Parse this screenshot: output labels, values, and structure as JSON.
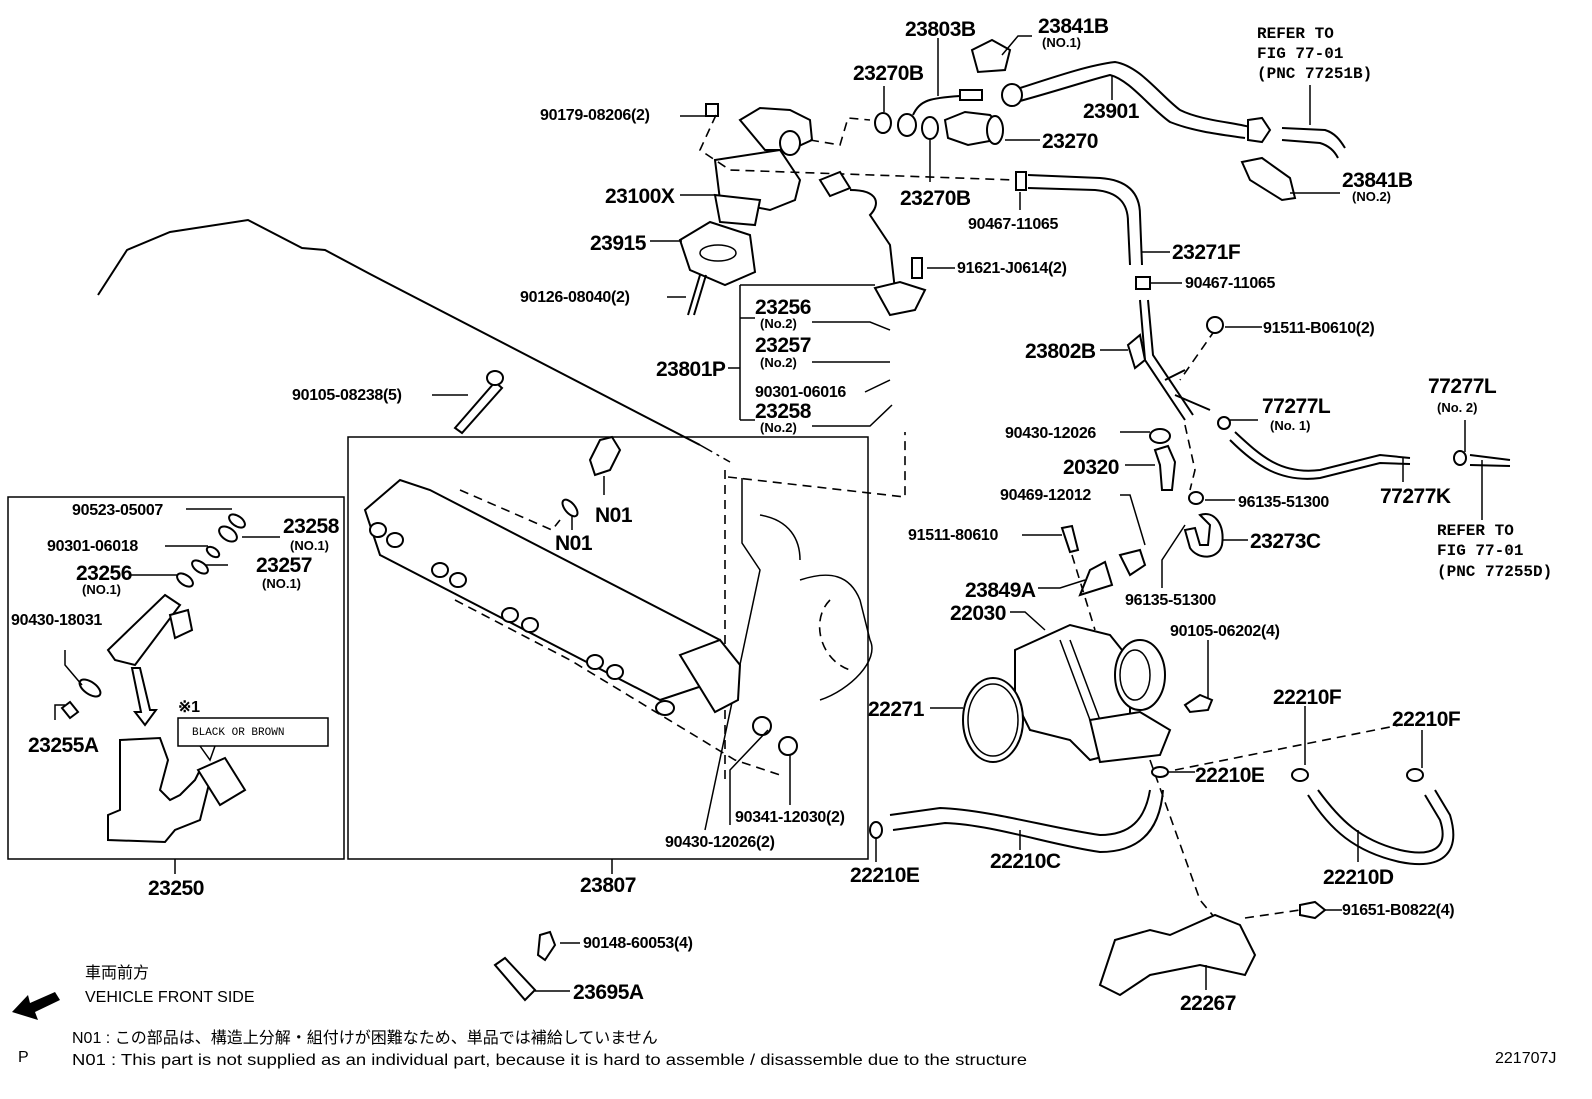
{
  "figure": {
    "figure_id": "221707J",
    "page_marker": "P"
  },
  "parts": {
    "p23803B": "23803B",
    "p23841B_1": "23841B",
    "p23841B_1_sub": "(NO.1)",
    "p23270B_top": "23270B",
    "p90179": "90179-08206(2)",
    "p23270": "23270",
    "p23901": "23901",
    "p23100X": "23100X",
    "p23270B_bottom": "23270B",
    "p90467_a": "90467-11065",
    "p23915": "23915",
    "p23271F": "23271F",
    "p90467_b": "90467-11065",
    "p90126": "90126-08040(2)",
    "p91621": "91621-J0614(2)",
    "p23841B_2": "23841B",
    "p23841B_2_sub": "(NO.2)",
    "p23256_2": "23256",
    "p23256_2_sub": "(No.2)",
    "p23257_2": "23257",
    "p23257_2_sub": "(No.2)",
    "p23801P": "23801P",
    "p90301_06016": "90301-06016",
    "p23258_2": "23258",
    "p23258_2_sub": "(No.2)",
    "p23802B": "23802B",
    "p91511_B0610": "91511-B0610(2)",
    "p90105_08238": "90105-08238(5)",
    "p77277L_1": "77277L",
    "p77277L_1_sub": "(No. 1)",
    "p77277L_2": "77277L",
    "p77277L_2_sub": "(No. 2)",
    "p90430_12026": "90430-12026",
    "p20320": "20320",
    "p77277K": "77277K",
    "p96135_a": "96135-51300",
    "p90469": "90469-12012",
    "p91511_80610": "91511-80610",
    "p23273C": "23273C",
    "p23849A": "23849A",
    "p96135_b": "96135-51300",
    "p22030": "22030",
    "p90105_06202": "90105-06202(4)",
    "p22271": "22271",
    "p22210F_a": "22210F",
    "p22210F_b": "22210F",
    "p22210E_a": "22210E",
    "p22210E_b": "22210E",
    "p22210C": "22210C",
    "p22210D": "22210D",
    "p91651": "91651-B0822(4)",
    "p22267": "22267",
    "p90523": "90523-05007",
    "p90301_06018": "90301-06018",
    "p23258_1": "23258",
    "p23258_1_sub": "(NO.1)",
    "p23256_1": "23256",
    "p23256_1_sub": "(NO.1)",
    "p23257_1": "23257",
    "p23257_1_sub": "(NO.1)",
    "p90430_18031": "90430-18031",
    "p23255A": "23255A",
    "p23250": "23250",
    "p23807": "23807",
    "pN01_a": "N01",
    "pN01_b": "N01",
    "p90341": "90341-12030(2)",
    "p90430_12026_2": "90430-12026(2)",
    "p90148": "90148-60053(4)",
    "p23695A": "23695A"
  },
  "callout": {
    "mark": "※1",
    "text": "BLACK OR BROWN"
  },
  "refs": {
    "top": [
      "REFER TO",
      "FIG 77-01",
      "(PNC 77251B)"
    ],
    "right": [
      "REFER TO",
      "FIG 77-01",
      "(PNC 77255D)"
    ]
  },
  "direction": {
    "jp": "車両前方",
    "en": "VEHICLE FRONT SIDE"
  },
  "notes": {
    "jp": "N01 : この部品は、構造上分解・組付けが困難なため、単品では補給していません",
    "en": "N01 : This part is not supplied as an individual part, because it is hard to assemble / disassemble due to the structure"
  }
}
